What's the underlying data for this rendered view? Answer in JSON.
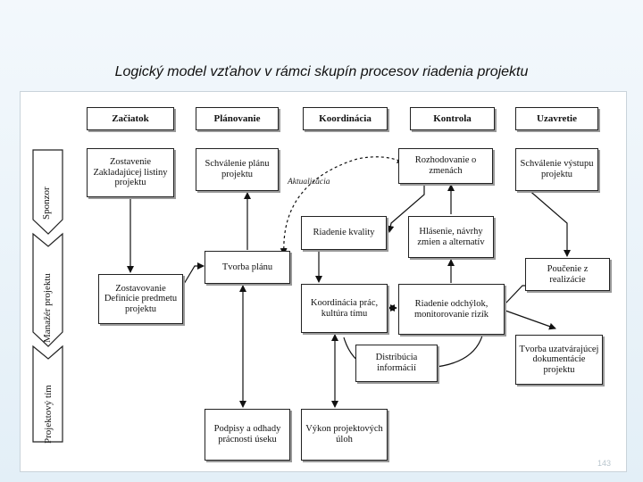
{
  "title": "Logický model vzťahov v rámci skupín procesov riadenia projektu",
  "headers": [
    "Začiatok",
    "Plánovanie",
    "Koordinácia",
    "Kontrola",
    "Uzavretie"
  ],
  "side_labels": {
    "sponzor": "Sponzor",
    "manazer": "Manažér projektu",
    "tim": "Projektový tím"
  },
  "boxes": {
    "zostavenie": "Zostavenie Zakladajúcej listiny projektu",
    "schvalenie_planu": "Schválenie plánu projektu",
    "rozhodovanie": "Rozhodovanie o zmenách",
    "schvalenie_vystupu": "Schválenie výstupu projektu",
    "riadenie_kvality": "Riadenie kvality",
    "hlasenie": "Hlásenie, návrhy zmien a alternatív",
    "tvorba_planu": "Tvorba plánu",
    "zostavovanie": "Zostavovanie Definície predmetu projektu",
    "koordinacia_prac": "Koordinácia prác, kultúra tímu",
    "riadenie_odchylok": "Riadenie odchýlok, monitorovanie rizík",
    "poucenie": "Poučenie z realizácie",
    "distribucia": "Distribúcia informácií",
    "tvorba_dokumentacie": "Tvorba uzatvárajúcej dokumentácie projektu",
    "podpisy": "Podpisy a odhady prácnosti úseku",
    "vykon": "Výkon projektových úloh"
  },
  "aktualizacia": "Aktualizácia",
  "page_number": "143"
}
